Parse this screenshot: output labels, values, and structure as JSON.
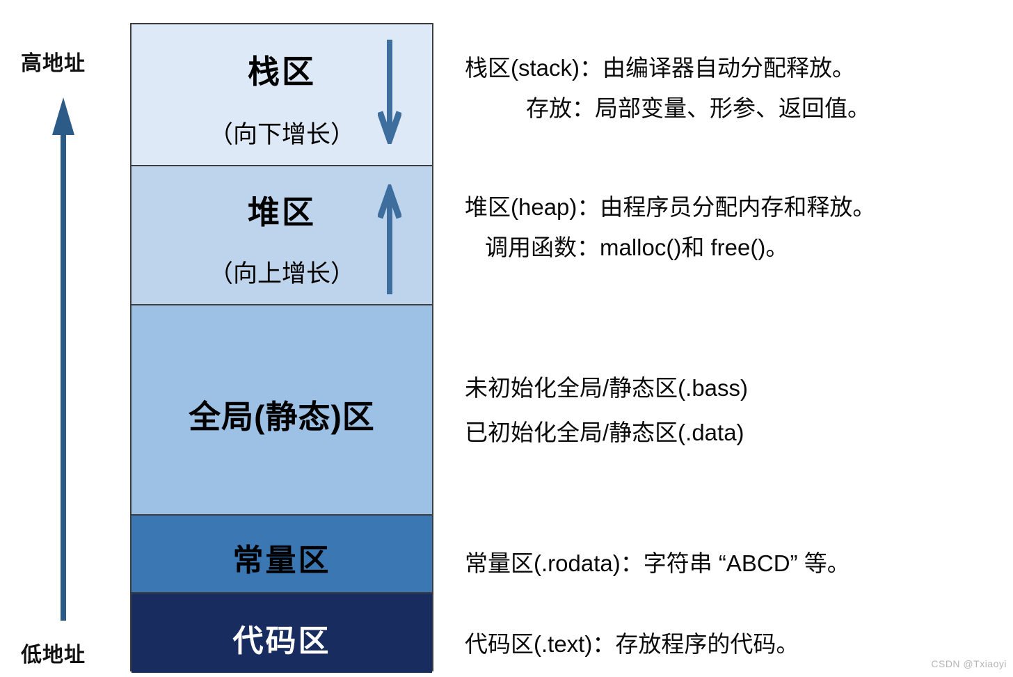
{
  "address_labels": {
    "high": "高地址",
    "low": "低地址"
  },
  "memory_regions": {
    "stack": {
      "title": "栈区",
      "subtitle": "（向下增长）",
      "growth": "down",
      "fill": "#dde9f6"
    },
    "heap": {
      "title": "堆区",
      "subtitle": "（向上增长）",
      "growth": "up",
      "fill": "#bdd4ec"
    },
    "global": {
      "title": "全局(静态)区",
      "fill": "#9dc1e4"
    },
    "constant": {
      "title": "常量区",
      "fill": "#3b78b3"
    },
    "code": {
      "title": "代码区",
      "fill": "#182c5f",
      "text_color": "#ffffff"
    }
  },
  "annotations": {
    "stack": {
      "line1": "栈区(stack)：由编译器自动分配释放。",
      "line2": "存放：局部变量、形参、返回值。"
    },
    "heap": {
      "line1": "堆区(heap)：由程序员分配内存和释放。",
      "line2": "调用函数：malloc()和 free()。"
    },
    "global": {
      "line1": "未初始化全局/静态区(.bass)",
      "line2": "已初始化全局/静态区(.data)"
    },
    "constant": {
      "line1": "常量区(.rodata)：字符串 “ABCD” 等。"
    },
    "code": {
      "line1": "代码区(.text)：存放程序的代码。"
    }
  },
  "colors": {
    "border": "#3d3d3d",
    "main_arrow": "#2c5b88",
    "growth_arrow": "#3d6e9d",
    "watermark": "#b5b5b5"
  },
  "watermark": "CSDN @Txiaoyi"
}
